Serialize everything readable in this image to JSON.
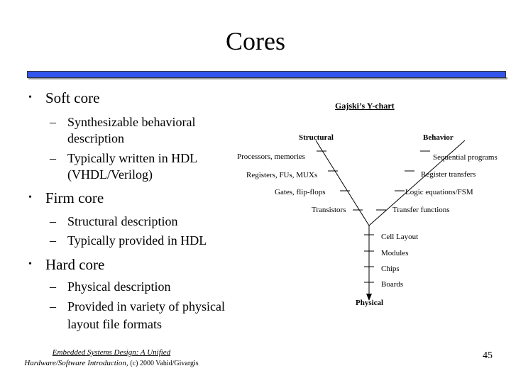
{
  "title": "Cores",
  "bullets": {
    "soft": {
      "heading": "Soft core",
      "items": [
        "Synthesizable behavioral",
        "description",
        "Typically written in HDL",
        "(VHDL/Verilog)"
      ]
    },
    "firm": {
      "heading": "Firm core",
      "items": [
        "Structural description",
        "Typically provided in HDL"
      ]
    },
    "hard": {
      "heading": "Hard core",
      "items": [
        "Physical description",
        "Provided in variety of physical",
        "layout file formats"
      ]
    }
  },
  "ychart": {
    "title": "Gajski’s Y-chart",
    "axes": {
      "structural": "Structural",
      "behavior": "Behavior",
      "physical": "Physical"
    },
    "structural_levels": [
      "Processors, memories",
      "Registers, FUs, MUXs",
      "Gates, flip-flops",
      "Transistors"
    ],
    "behavior_levels": [
      "Sequential programs",
      "Register transfers",
      "Logic equations/FSM",
      "Transfer functions"
    ],
    "physical_levels": [
      "Cell Layout",
      "Modules",
      "Chips",
      "Boards"
    ]
  },
  "footer": {
    "line1": "Embedded Systems Design: A Unified",
    "line2": "Hardware/Software Introduction,",
    "line2_small": "(c) 2000 Vahid/Givargis",
    "page": "45"
  },
  "colors": {
    "rule": "#3355ee"
  }
}
